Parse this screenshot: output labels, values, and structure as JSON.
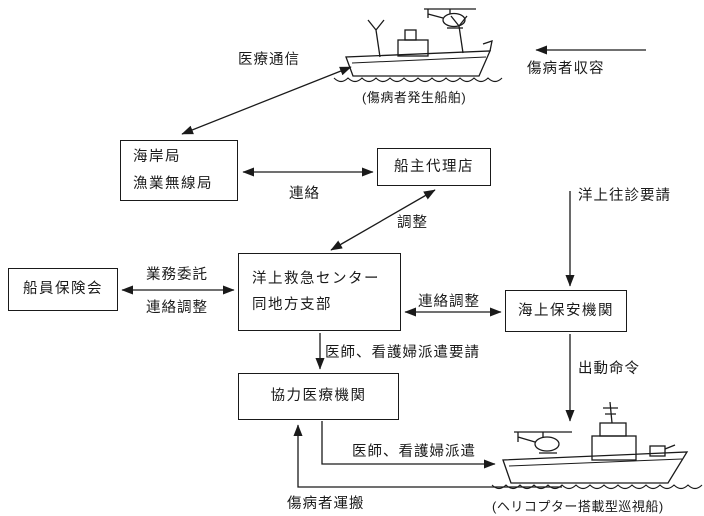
{
  "colors": {
    "ink": "#1a1a1a",
    "background": "#ffffff"
  },
  "nodes": {
    "coast_station": {
      "line1": "海岸局",
      "line2": "漁業無線局"
    },
    "ship_agent": {
      "label": "船主代理店"
    },
    "rescue_center": {
      "line1": "洋上救急センター",
      "line2": "同地方支部"
    },
    "seamen_insurance": {
      "label": "船員保険会"
    },
    "coast_guard": {
      "label": "海上保安機関"
    },
    "medical_institution": {
      "label": "協力医療機関"
    }
  },
  "captions": {
    "distressed_vessel": "(傷病者発生船舶)",
    "patrol_vessel": "(ヘリコプター搭載型巡視船)"
  },
  "edges": {
    "medical_comm": "医療通信",
    "casualty_recovery": "傷病者収容",
    "contact": "連絡",
    "coordination": "調整",
    "offshore_visit_request": "洋上往診要請",
    "business_consignment": "業務委託",
    "liaison_left": "連絡調整",
    "liaison_right": "連絡調整",
    "dispatch_request": "医師、看護婦派遣要請",
    "dispatch_order": "出動命令",
    "doctor_dispatch": "医師、看護婦派遣",
    "casualty_transport": "傷病者運搬"
  }
}
